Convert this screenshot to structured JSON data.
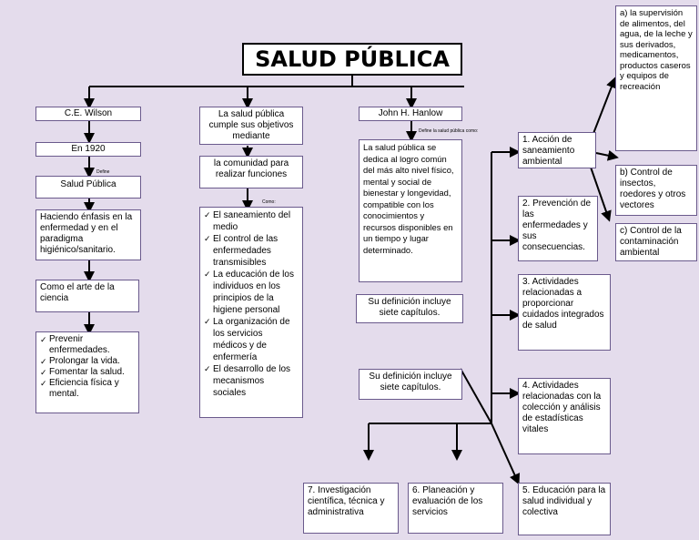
{
  "title": "SALUD PÚBLICA",
  "left": {
    "author": "C.E. Wilson",
    "year": "En 1920",
    "define_label": "Define",
    "concept": "Salud Pública",
    "emphasis": "Haciendo énfasis en la enfermedad y en el paradigma higiénico/sanitario.",
    "art": "Como el arte de la ciencia",
    "goals": [
      "Prevenir enfermedades.",
      "Prolongar la vida.",
      "Fomentar la salud.",
      "Eficiencia física y mental."
    ]
  },
  "middle": {
    "objectives": "La salud pública cumple sus objetivos mediante",
    "community": "la comunidad para realizar funciones",
    "como_label": "Como:",
    "items": [
      "El saneamiento del medio",
      "El control de las enfermedades transmisibles",
      "La educación de los individuos en los principios de la higiene personal",
      "La organización de los servicios médicos y de enfermería",
      "El desarrollo de los mecanismos sociales"
    ]
  },
  "right": {
    "author": "John H. Hanlow",
    "define_label": "Define la salud pública como:",
    "definition": "La salud pública se dedica al logro común del más alto nivel físico, mental y social de bienestar y longevidad, compatible con los conocimientos y recursos disponibles en un tiempo y lugar determinado.",
    "chapters_note_1": "Su definición incluye siete capítulos.",
    "chapters_note_2": "Su definición incluye siete capítulos."
  },
  "chapters": {
    "c1": "1. Acción de saneamiento ambiental",
    "c1a": "a) la supervisión de alimentos, del agua, de la leche y sus derivados, medicamentos, productos caseros y equipos de recreación",
    "c1b": "b) Control de insectos, roedores y otros vectores",
    "c1c": "c) Control de la contaminación ambiental",
    "c2": "2. Prevención de las enfermedades y sus consecuencias.",
    "c3": "3. Actividades relacionadas a proporcionar cuidados integrados de salud",
    "c4": "4. Actividades relacionadas con la colección y análisis de estadísticas vitales",
    "c5": "5. Educación para la salud individual y colectiva",
    "c6": "6. Planeación y evaluación de los servicios",
    "c7": "7. Investigación científica, técnica y administrativa"
  }
}
